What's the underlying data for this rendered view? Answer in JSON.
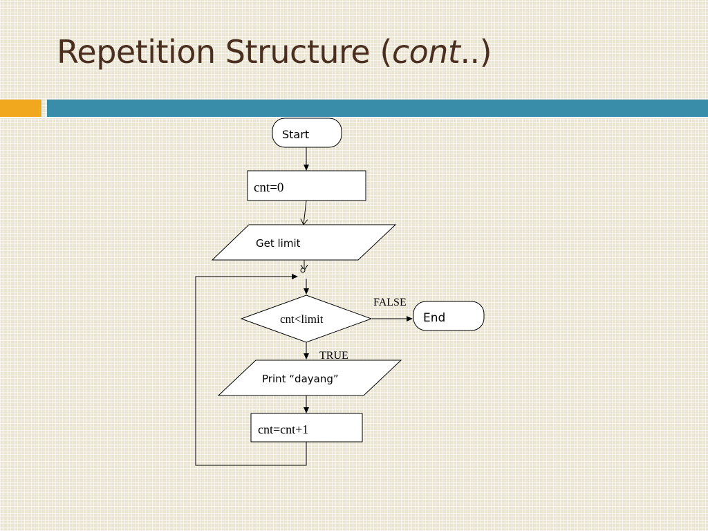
{
  "slide": {
    "title_main": "Repetition Structure (",
    "title_italic": "cont",
    "title_end": "..)"
  },
  "flowchart": {
    "start": "Start",
    "init": "cnt=0",
    "input": "Get limit",
    "decision": "cnt<limit",
    "false_label": "FALSE",
    "true_label": "TRUE",
    "end": "End",
    "output": "Print “dayang”",
    "increment": "cnt=cnt+1"
  }
}
